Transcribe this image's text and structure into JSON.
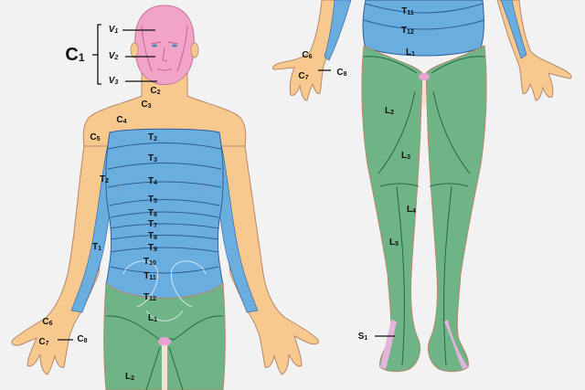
{
  "colors": {
    "background": "#f2f2f2",
    "trigeminal_pink": "#f2a3c8",
    "cervical_orange": "#f7c98f",
    "thoracic_blue": "#6aaee0",
    "lumbar_sacral_green": "#6fb486",
    "outline": "#b5876a",
    "boundary_line_blue": "#2d5f9a",
    "boundary_line_green": "#1f6b45",
    "sacral_pink": "#e6b3dc"
  },
  "upper_figure": {
    "head_group_label": {
      "main": "C",
      "sub": "1"
    },
    "trigeminal_labels": [
      {
        "main": "V",
        "sub": "1"
      },
      {
        "main": "V",
        "sub": "2"
      },
      {
        "main": "V",
        "sub": "3"
      }
    ],
    "neck_labels": [
      {
        "main": "C",
        "sub": "2"
      },
      {
        "main": "C",
        "sub": "3"
      },
      {
        "main": "C",
        "sub": "4"
      },
      {
        "main": "C",
        "sub": "5"
      }
    ],
    "trunk_labels": [
      {
        "main": "T",
        "sub": "2"
      },
      {
        "main": "T",
        "sub": "3"
      },
      {
        "main": "T",
        "sub": "4"
      },
      {
        "main": "T",
        "sub": "5"
      },
      {
        "main": "T",
        "sub": "6"
      },
      {
        "main": "T",
        "sub": "7"
      },
      {
        "main": "T",
        "sub": "8"
      },
      {
        "main": "T",
        "sub": "9"
      },
      {
        "main": "T",
        "sub": "10"
      },
      {
        "main": "T",
        "sub": "11"
      },
      {
        "main": "T",
        "sub": "12"
      }
    ],
    "arm_labels": [
      {
        "main": "T",
        "sub": "2"
      },
      {
        "main": "T",
        "sub": "1"
      }
    ],
    "hand_labels": [
      {
        "main": "C",
        "sub": "6"
      },
      {
        "main": "C",
        "sub": "7"
      },
      {
        "main": "C",
        "sub": "8"
      }
    ],
    "lower_labels": [
      {
        "main": "L",
        "sub": "1"
      },
      {
        "main": "L",
        "sub": "2"
      }
    ]
  },
  "lower_figure": {
    "trunk_labels": [
      {
        "main": "T",
        "sub": "11"
      },
      {
        "main": "T",
        "sub": "12"
      },
      {
        "main": "L",
        "sub": "1"
      }
    ],
    "hand_labels": [
      {
        "main": "C",
        "sub": "6"
      },
      {
        "main": "C",
        "sub": "7"
      },
      {
        "main": "C",
        "sub": "8"
      }
    ],
    "leg_labels": [
      {
        "main": "L",
        "sub": "2"
      },
      {
        "main": "L",
        "sub": "3"
      },
      {
        "main": "L",
        "sub": "4"
      },
      {
        "main": "L",
        "sub": "5"
      },
      {
        "main": "S",
        "sub": "1"
      }
    ]
  }
}
